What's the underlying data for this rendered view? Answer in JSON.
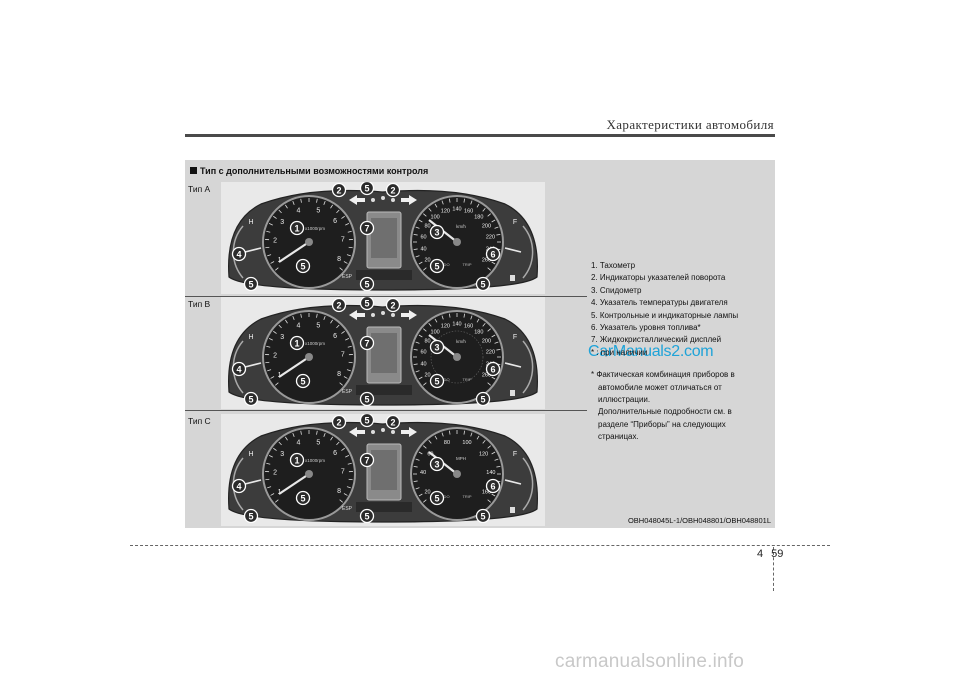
{
  "header": {
    "title": "Характеристики автомобиля"
  },
  "panel": {
    "heading": "Тип с дополнительными возможностями контроля",
    "types": [
      {
        "label": "Тип A",
        "speeds": [
          "20",
          "40",
          "60",
          "80",
          "100",
          "120",
          "140",
          "160",
          "180",
          "200",
          "220",
          "240",
          "260"
        ],
        "mph": false
      },
      {
        "label": "Тип B",
        "speeds": [
          "20",
          "40",
          "60",
          "80",
          "100",
          "120",
          "140",
          "160",
          "180",
          "200",
          "220",
          "240",
          "260"
        ],
        "mph": false
      },
      {
        "label": "Тип C",
        "speeds": [
          "20",
          "40",
          "60",
          "80",
          "100",
          "120",
          "140",
          "160"
        ],
        "mph": true
      }
    ],
    "gauge_text": {
      "rpm_unit": "x1000rpm",
      "rpm_numbers": [
        "1",
        "2",
        "3",
        "4",
        "5",
        "6",
        "7",
        "8"
      ],
      "speed_unit_kmh": "km/h",
      "speed_unit_mph": "MPH",
      "odo": [
        "ODO",
        "TRIP"
      ],
      "temp_hot": "H",
      "fuel_full": "F",
      "esp": "ESP"
    },
    "legend": [
      "1. Тахометр",
      "2. Индикаторы указателей поворота",
      "3. Спидометр",
      "4. Указатель температуры двигателя",
      "5. Контрольные и индикаторные лампы",
      "6. Указатель уровня топлива*",
      "7. Жидкокристаллический дисплей",
      "* : при наличии"
    ],
    "note": {
      "first": "* Фактическая комбинация приборов в",
      "rest": [
        "автомобиле может отличаться от",
        "иллюстрации.",
        "Дополнительные подробности см. в",
        "разделе “Приборы” на следующих",
        "страницах."
      ]
    },
    "ref_code": "OBH048045L-1/OBH048801/OBH048801L",
    "watermark": "CarManuals2.com"
  },
  "footer": {
    "chapter": "4",
    "page": "59"
  },
  "bottom_watermark": "carmanualsonline.info",
  "colors": {
    "panel_bg": "#d6d6d6",
    "cluster_bg": "#3c3c3c",
    "badge": "#2b2b2b",
    "watermark_blue": "#1fa3d8"
  }
}
